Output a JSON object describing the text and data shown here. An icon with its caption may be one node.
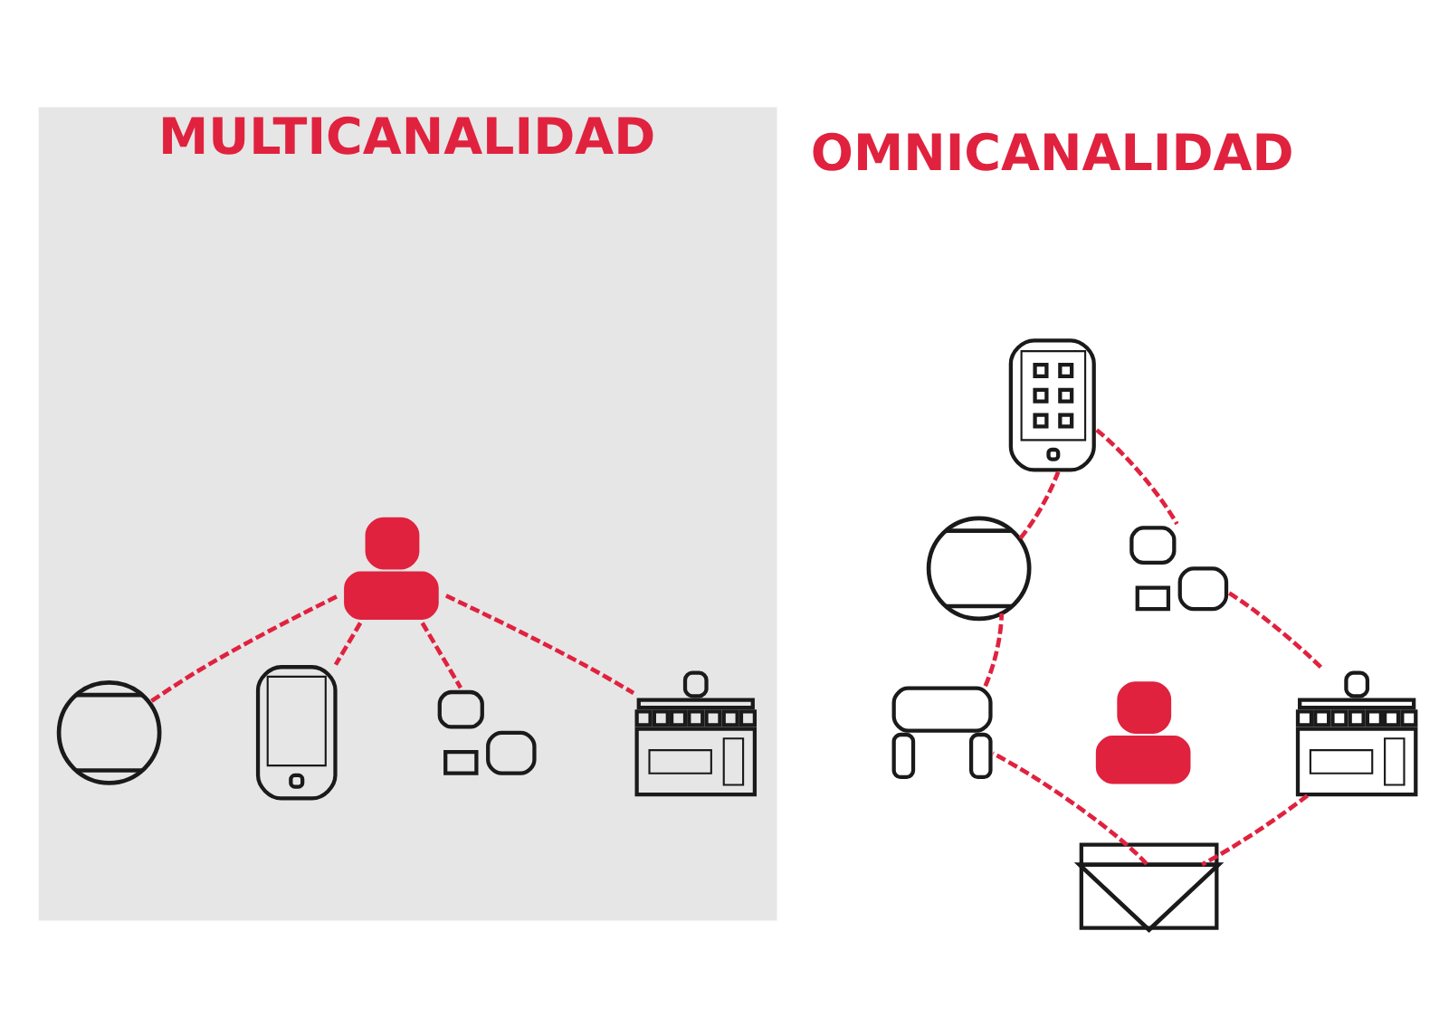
{
  "diagram": {
    "nodes": [
      {
        "text": [
          "MULTICANALIDAD"
        ]
      },
      {
        "text": [],
        "shape": "person",
        "in": 0
      },
      {
        "text": [],
        "shape": "picture",
        "in": 0
      },
      {
        "text": [],
        "shape": "picture",
        "in": 0
      },
      {
        "text": [],
        "shape": "picture",
        "in": 0
      },
      {
        "text": [],
        "shape": "picture",
        "in": 0
      },
      {
        "text": [],
        "shape": "picture"
      },
      {
        "text": [],
        "shape": "picture"
      },
      {
        "text": [],
        "shape": "picture"
      },
      {
        "text": [],
        "shape": "person"
      },
      {
        "text": [],
        "shape": "picture"
      },
      {
        "text": [],
        "shape": "picture"
      },
      {
        "text": [],
        "shape": "picture"
      }
    ],
    "edges": [
      {
        "from": 1,
        "to": 2,
        "arrow": "none",
        "style": "dashed"
      },
      {
        "from": 1,
        "to": 3,
        "arrow": "none",
        "style": "dashed"
      },
      {
        "from": 1,
        "to": 4,
        "arrow": "none",
        "style": "dashed"
      },
      {
        "from": 1,
        "to": 5,
        "arrow": "none",
        "style": "dashed"
      },
      {
        "from": 6,
        "to": 7,
        "arrow": "none",
        "style": "dashed"
      },
      {
        "from": 7,
        "to": 8,
        "arrow": "none",
        "style": "dashed"
      },
      {
        "from": 8,
        "to": 11,
        "arrow": "none",
        "style": "dashed"
      },
      {
        "from": 11,
        "to": 12,
        "arrow": "none",
        "style": "dashed"
      },
      {
        "from": 12,
        "to": 10,
        "arrow": "none",
        "style": "dashed"
      },
      {
        "from": 10,
        "to": 6,
        "arrow": "none",
        "style": "dashed"
      }
    ],
    "labels": [
      "OMNICANALIDAD"
    ]
  }
}
